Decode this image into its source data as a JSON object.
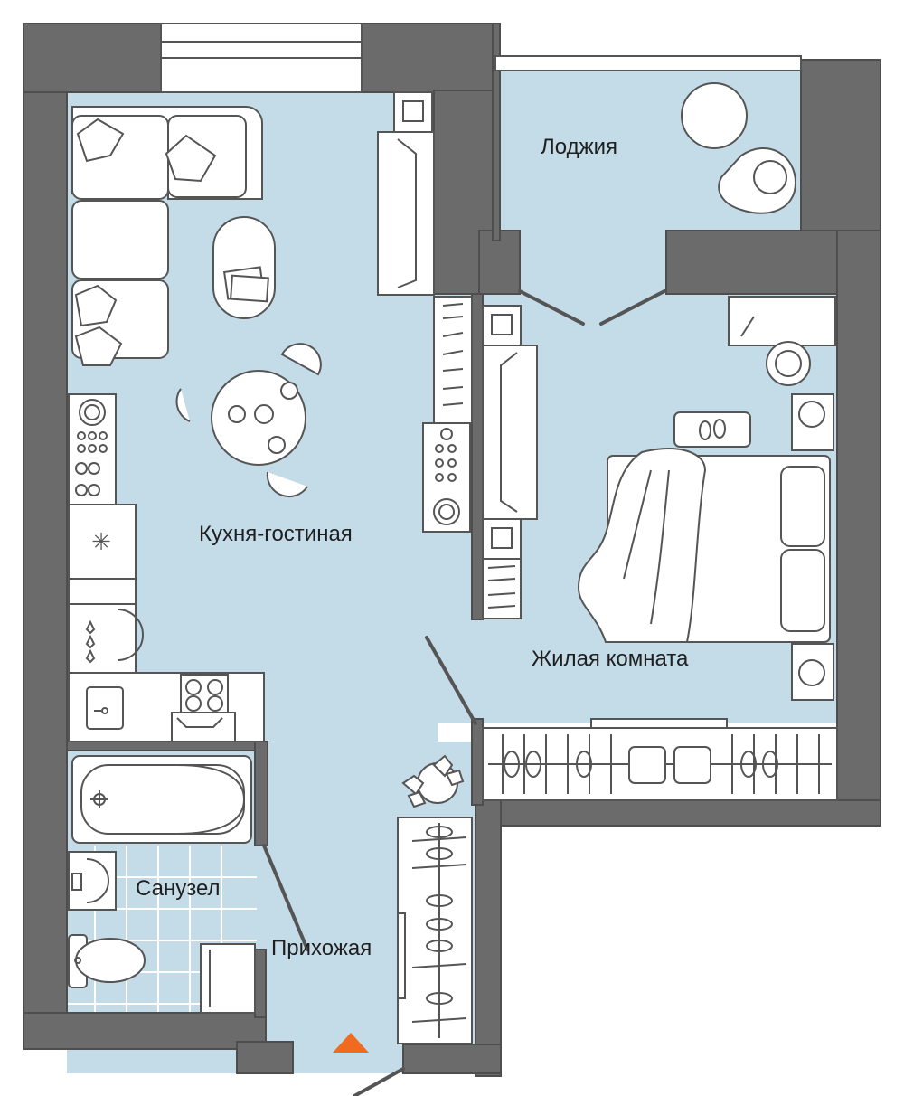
{
  "rooms": {
    "kitchen_living": "Кухня-гостиная",
    "loggia": "Лоджия",
    "living_room": "Жилая комната",
    "bathroom": "Санузел",
    "hallway": "Прихожая"
  },
  "colors": {
    "floor": "#c4dbe8",
    "wall": "#6b6b6b",
    "entrance_marker": "#f06a1f",
    "furniture_stroke": "#555555"
  },
  "icons": [
    "sofa-icon",
    "coffee-table-icon",
    "dining-table-icon",
    "stove-icon",
    "sink-icon",
    "bathtub-icon",
    "toilet-icon",
    "bed-icon",
    "wardrobe-icon",
    "tv-stand-icon",
    "plant-icon",
    "chair-icon",
    "entrance-arrow-icon"
  ]
}
